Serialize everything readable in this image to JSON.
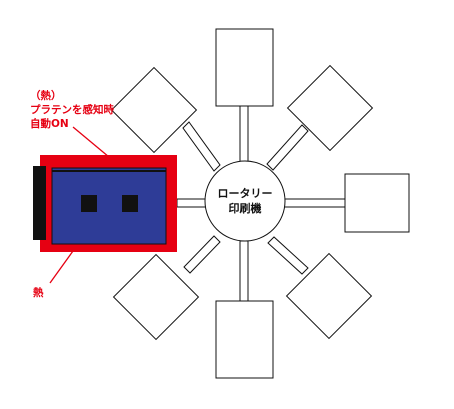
{
  "annotations": {
    "heat_sensor_line1": "（熱）",
    "heat_sensor_line2": "プラテンを感知時",
    "heat_sensor_line3": "自動ON",
    "heat_label": "熱"
  },
  "hub": {
    "line1": "ロータリー",
    "line2": "印刷機"
  },
  "colors": {
    "heater_frame": "#e60012",
    "platen_fill": "#2e3c97",
    "annotation_text": "#e60012",
    "outline": "#111111"
  },
  "platen_count": 8
}
